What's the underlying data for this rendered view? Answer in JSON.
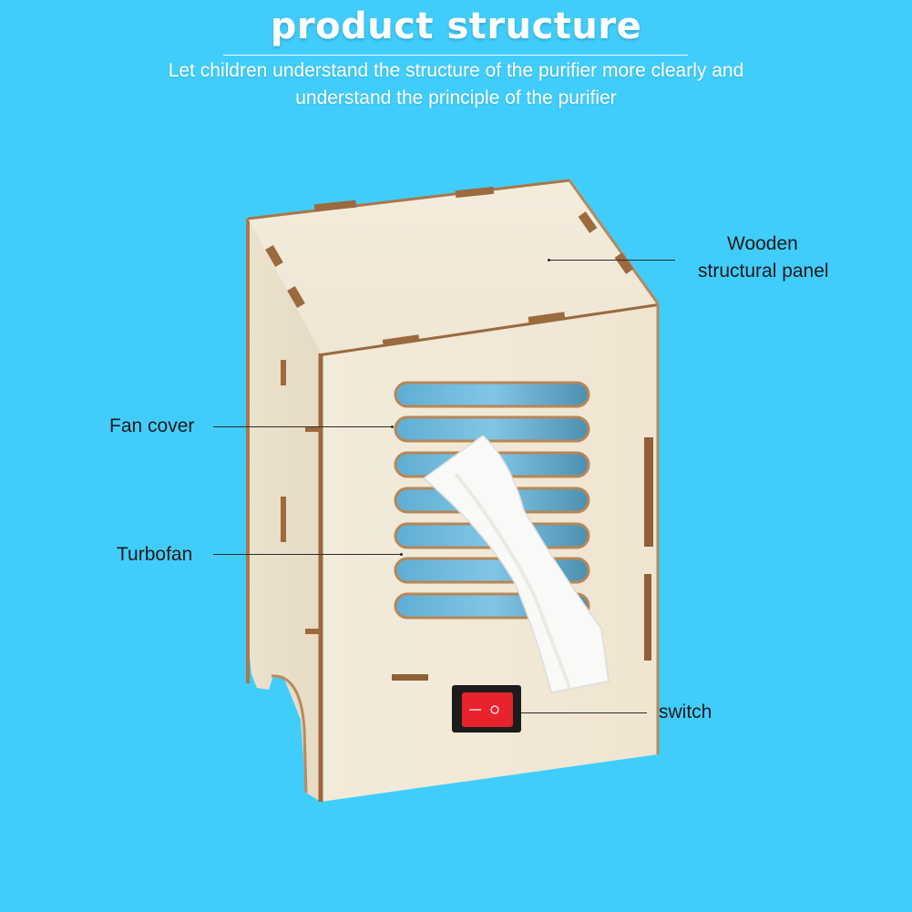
{
  "header": {
    "title": "product structure",
    "subtitle_line1": "Let children understand the structure of the purifier more clearly and",
    "subtitle_line2": "understand the principle of the purifier"
  },
  "callouts": {
    "wooden_panel_line1": "Wooden",
    "wooden_panel_line2": "structural panel",
    "fan_cover": "Fan cover",
    "turbofan": "Turbofan",
    "switch": "switch"
  },
  "colors": {
    "background": "#41cdfb",
    "wood": "#f1e8d6",
    "burnt_edge": "#9b6a3e",
    "switch_red": "#e8232d"
  }
}
